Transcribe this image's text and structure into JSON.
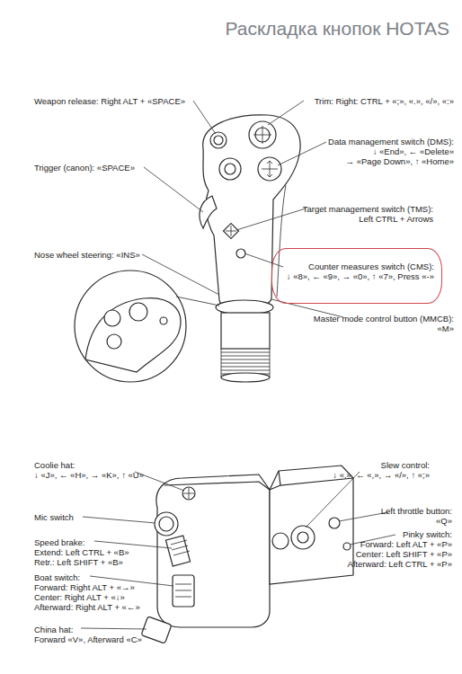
{
  "diagram": {
    "title": "Раскладка кнопок HOTAS",
    "nodes": [
      {
        "text": [
          "Counter measures switch (CMS):",
          "↓ «8», ← «9», → «0», ↑ «7», Press «-»"
        ]
      }
    ],
    "labels": [
      "Weapon release: Right ALT + «SPACE»",
      "Trim: Right: CTRL + «;», «.», «/», «:»",
      "Data management switch (DMS):",
      "↓ «End», ← «Delete»",
      "→ «Page Down», ↑ «Home»",
      "Trigger (canon): «SPACE»",
      "Target management switch (TMS):",
      "Left CTRL + Arrows",
      "Nose wheel steering: «INS»",
      "Master mode control button (MMCB):",
      "«M»",
      "Coolie hat:",
      "↓ «J», ← «H», → «K», ↑ «U»",
      "Slew control:",
      "↓ «.», ← «,», → «/», ↑ «;»",
      "Mic switch",
      "Left throttle button:",
      "«Q»",
      "Pinky switch:",
      "Forward: Left ALT + «P»",
      "Center: Left SHIFT + «P»",
      "Afterward: Left CTRL + «P»",
      "Speed brake:",
      "Extend: Left CTRL + «B»",
      "Retr.: Left SHIFT + «B»",
      "Boat switch:",
      "Forward: Right ALT + «→»",
      "Center: Right ALT + «↓»",
      "Afterward: Right ALT + «←»",
      "China hat:",
      "Forward «V», Afterward «C»"
    ]
  }
}
